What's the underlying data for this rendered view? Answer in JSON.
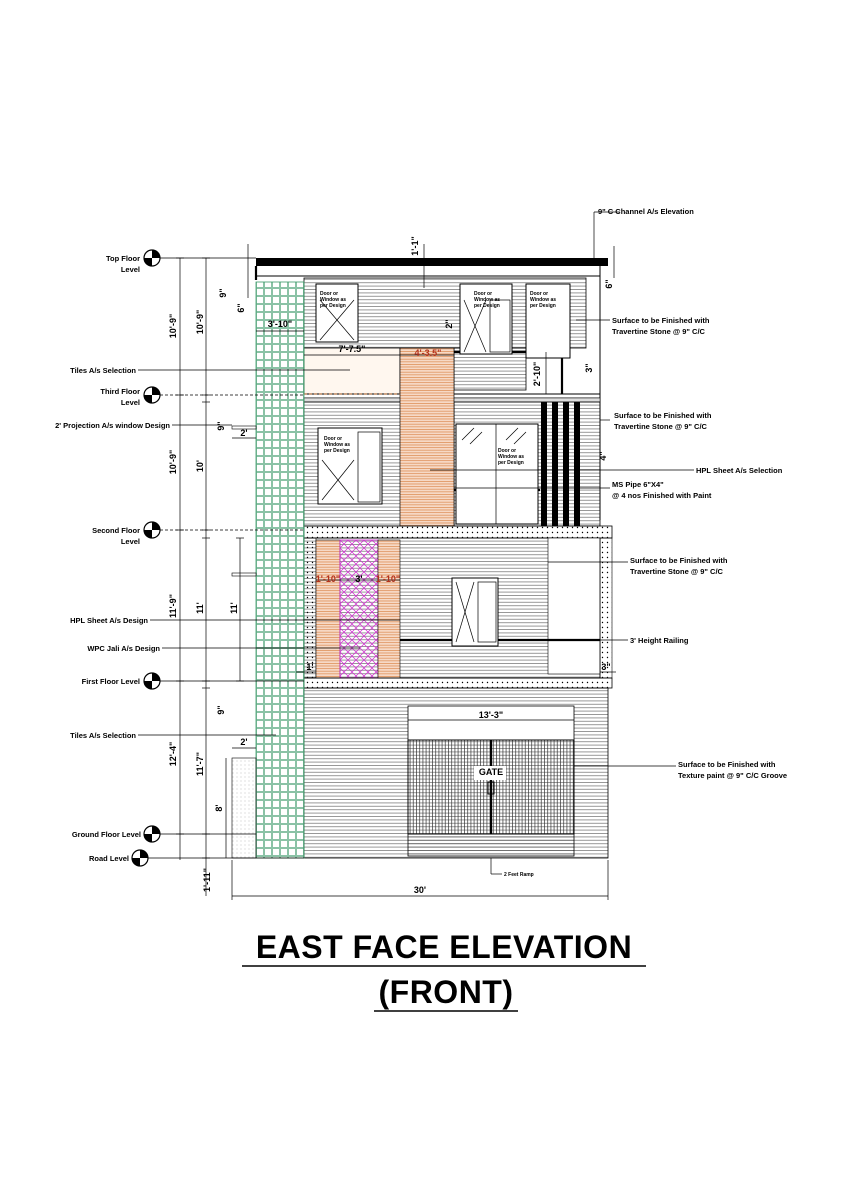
{
  "title": {
    "line1": "EAST FACE ELEVATION",
    "line2": "(FRONT)"
  },
  "levels": {
    "top": [
      "Top Floor",
      "Level"
    ],
    "third": [
      "Third Floor",
      "Level"
    ],
    "second": [
      "Second Floor",
      "Level"
    ],
    "first": "First Floor Level",
    "ground": "Ground Floor Level",
    "road": "Road Level"
  },
  "left_labels": {
    "tiles_upper": "Tiles A/s Selection",
    "projection": "2' Projection A/s window Design",
    "hpl_design": "HPL Sheet A/s Design",
    "wpc_jali": "WPC Jali A/s Design",
    "tiles_lower": "Tiles A/s Selection"
  },
  "right_labels": {
    "c_channel": "9\" C Channel A/s Elevation",
    "travertine_1": [
      "Surface to be Finished with",
      "Travertine Stone @ 9\" C/C"
    ],
    "travertine_2": [
      "Surface to be Finished with",
      "Travertine Stone @ 9\" C/C"
    ],
    "hpl_selection": "HPL Sheet A/s Selection",
    "ms_pipe": [
      "MS Pipe 6\"X4\"",
      "@ 4 nos Finished with Paint"
    ],
    "travertine_3": [
      "Surface to be Finished with",
      "Travertine Stone @ 9\" C/C"
    ],
    "railing": "3' Height Railing",
    "texture": [
      "Surface to be Finished with",
      "Texture paint  @ 9\" C/C Groove"
    ]
  },
  "window_note": [
    "Door or",
    "Window as",
    "per Design"
  ],
  "gate": "GATE",
  "ramp": "2 Feet Ramp",
  "dimensions": {
    "d_1_1": "1'-1\"",
    "d_9a": "9\"",
    "d_6a": "6\"",
    "d_6b": "6\"",
    "d_10_9a": "10'-9\"",
    "d_10_9b": "10'-9\"",
    "d_3_10": "3'-10\"",
    "d_2a": "2\"",
    "d_7_7_5": "7'-7.5\"",
    "d_4_3_5": "4'-3.5\"",
    "d_2_10": "2'-10\"",
    "d_3a": "3\"",
    "d_9b": "9\"",
    "d_2b": "2'",
    "d_10_9c": "10'-9\"",
    "d_10": "10'",
    "d_4": "4\"",
    "d_11_9": "11'-9\"",
    "d_11a": "11'",
    "d_11b": "11'",
    "d_1_10a": "1'-10\"",
    "d_3b": "3'",
    "d_1_10b": "1'-10\"",
    "d_1a": "1'",
    "d_3c": "3\"",
    "d_9c": "9\"",
    "d_12_4": "12'-4\"",
    "d_11_7": "11'-7\"",
    "d_2c": "2'",
    "d_13_3": "13'-3\"",
    "d_8": "8'",
    "d_1_11": "1'-11\"",
    "d_30": "30'"
  },
  "colors": {
    "tile_grid": "#3c9a6a",
    "hpl_fill": "#f3c9ad",
    "hpl_lines": "#d2691e",
    "wpc_jali": "#d22ad2",
    "dim_accent": "#b4321e",
    "line": "#000000"
  }
}
